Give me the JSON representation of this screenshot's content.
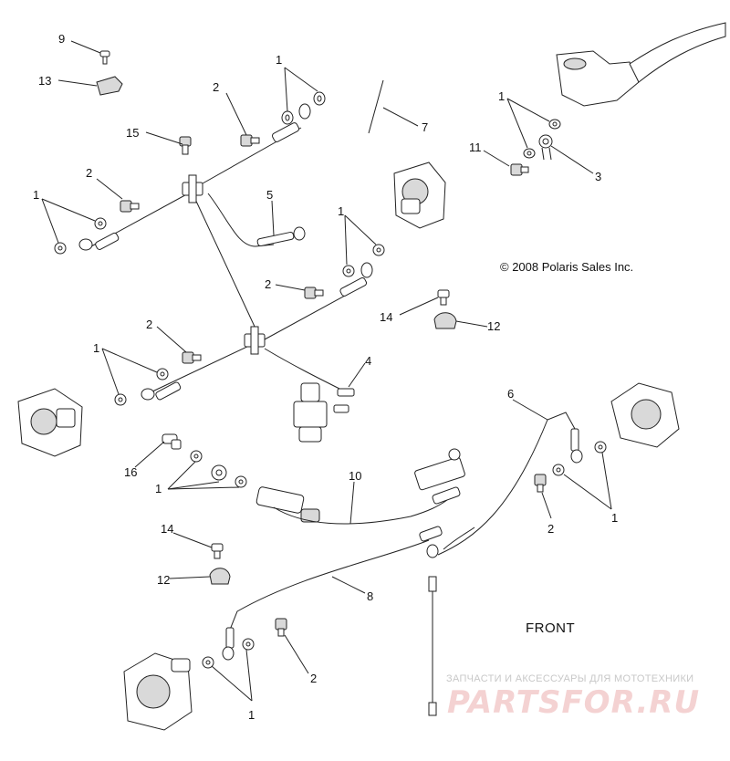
{
  "copyright": "© 2008 Polaris Sales Inc.",
  "front_label": "FRONT",
  "watermark": {
    "tagline": "ЗАПЧАСТИ И АКСЕССУАРЫ ДЛЯ МОТОТЕХНИКИ",
    "logo": "PARTSFOR.RU"
  },
  "callouts": {
    "c9": "9",
    "c13": "13",
    "c2a": "2",
    "c1a": "1",
    "c15": "15",
    "c7": "7",
    "c1b": "1",
    "c11": "11",
    "c3": "3",
    "c2b": "2",
    "c1c": "1",
    "c5": "5",
    "c1d": "1",
    "c2c": "2",
    "c14a": "14",
    "c12a": "12",
    "c2d": "2",
    "c1e": "1",
    "c4": "4",
    "c6": "6",
    "c16": "16",
    "c1f": "1",
    "c10": "10",
    "c2e": "2",
    "c1g": "1",
    "c14b": "14",
    "c12b": "12",
    "c8": "8",
    "c2f": "2",
    "c1h": "1"
  }
}
